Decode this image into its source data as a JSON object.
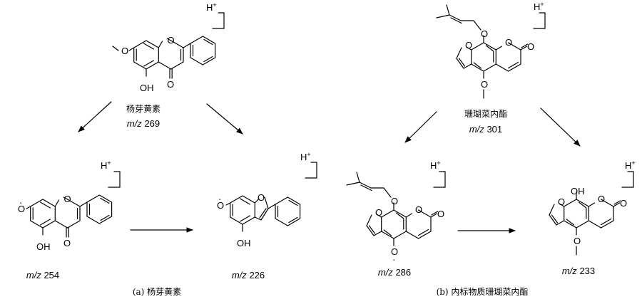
{
  "labels": {
    "hplus": "H",
    "plus": "+",
    "oh": "OH",
    "o": "O",
    "dot": "·",
    "mz": "m/z"
  },
  "compounds": [
    {
      "name": "杨芽黄素",
      "mz": "269"
    },
    {
      "mz": "254"
    },
    {
      "mz": "226"
    },
    {
      "name": "珊瑚菜内酯",
      "mz": "301"
    },
    {
      "mz": "286"
    },
    {
      "mz": "233"
    }
  ],
  "captions": {
    "a": "(a)  杨芽黄素",
    "b": "(b)  内标物质珊瑚菜内酯"
  }
}
